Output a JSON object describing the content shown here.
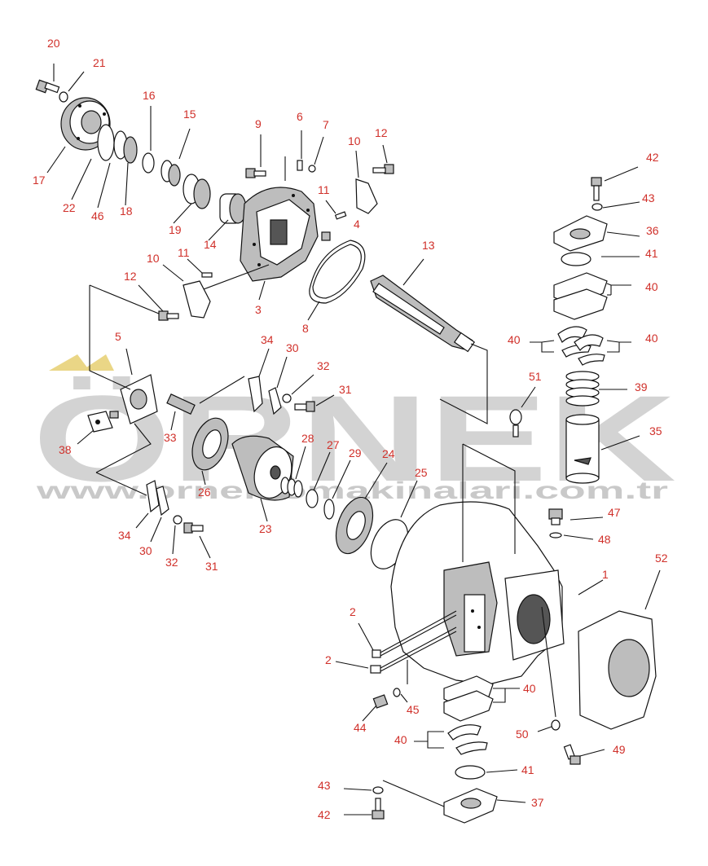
{
  "watermark": {
    "brand": "ÖRNEK",
    "url": "www.ornekiomakinalari.com.tr",
    "color": "#c9c9c9",
    "accent": "#e8d27a"
  },
  "colors": {
    "callout": "#d0302a",
    "line": "#111111"
  },
  "callouts": [
    {
      "id": "c20",
      "label": "20"
    },
    {
      "id": "c21",
      "label": "21"
    },
    {
      "id": "c16",
      "label": "16"
    },
    {
      "id": "c15",
      "label": "15"
    },
    {
      "id": "c9",
      "label": "9"
    },
    {
      "id": "c6",
      "label": "6"
    },
    {
      "id": "c7",
      "label": "7"
    },
    {
      "id": "c10a",
      "label": "10"
    },
    {
      "id": "c12a",
      "label": "12"
    },
    {
      "id": "c42a",
      "label": "42"
    },
    {
      "id": "c17",
      "label": "17"
    },
    {
      "id": "c22",
      "label": "22"
    },
    {
      "id": "c46",
      "label": "46"
    },
    {
      "id": "c18",
      "label": "18"
    },
    {
      "id": "c19",
      "label": "19"
    },
    {
      "id": "c14",
      "label": "14"
    },
    {
      "id": "c11a",
      "label": "11"
    },
    {
      "id": "c4",
      "label": "4"
    },
    {
      "id": "c43a",
      "label": "43"
    },
    {
      "id": "c36",
      "label": "36"
    },
    {
      "id": "c13",
      "label": "13"
    },
    {
      "id": "c41a",
      "label": "41"
    },
    {
      "id": "c40a",
      "label": "40"
    },
    {
      "id": "c11b",
      "label": "11"
    },
    {
      "id": "c10b",
      "label": "10"
    },
    {
      "id": "c12b",
      "label": "12"
    },
    {
      "id": "c3",
      "label": "3"
    },
    {
      "id": "c8",
      "label": "8"
    },
    {
      "id": "c40b",
      "label": "40"
    },
    {
      "id": "c40c",
      "label": "40"
    },
    {
      "id": "c5",
      "label": "5"
    },
    {
      "id": "c34a",
      "label": "34"
    },
    {
      "id": "c30a",
      "label": "30"
    },
    {
      "id": "c32a",
      "label": "32"
    },
    {
      "id": "c51",
      "label": "51"
    },
    {
      "id": "c39",
      "label": "39"
    },
    {
      "id": "c31a",
      "label": "31"
    },
    {
      "id": "c38",
      "label": "38"
    },
    {
      "id": "c33",
      "label": "33"
    },
    {
      "id": "c28",
      "label": "28"
    },
    {
      "id": "c27",
      "label": "27"
    },
    {
      "id": "c29",
      "label": "29"
    },
    {
      "id": "c24",
      "label": "24"
    },
    {
      "id": "c35",
      "label": "35"
    },
    {
      "id": "c26",
      "label": "26"
    },
    {
      "id": "c25",
      "label": "25"
    },
    {
      "id": "c47",
      "label": "47"
    },
    {
      "id": "c48",
      "label": "48"
    },
    {
      "id": "c34b",
      "label": "34"
    },
    {
      "id": "c23",
      "label": "23"
    },
    {
      "id": "c52",
      "label": "52"
    },
    {
      "id": "c30b",
      "label": "30"
    },
    {
      "id": "c32b",
      "label": "32"
    },
    {
      "id": "c31b",
      "label": "31"
    },
    {
      "id": "c1",
      "label": "1"
    },
    {
      "id": "c2a",
      "label": "2"
    },
    {
      "id": "c2b",
      "label": "2"
    },
    {
      "id": "c40d",
      "label": "40"
    },
    {
      "id": "c45",
      "label": "45"
    },
    {
      "id": "c44",
      "label": "44"
    },
    {
      "id": "c50",
      "label": "50"
    },
    {
      "id": "c40e",
      "label": "40"
    },
    {
      "id": "c49",
      "label": "49"
    },
    {
      "id": "c41b",
      "label": "41"
    },
    {
      "id": "c43b",
      "label": "43"
    },
    {
      "id": "c37",
      "label": "37"
    },
    {
      "id": "c42b",
      "label": "42"
    }
  ]
}
